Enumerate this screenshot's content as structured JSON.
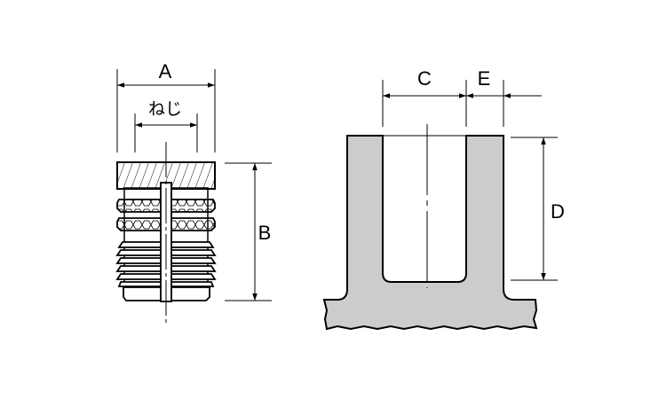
{
  "labels": {
    "a": "A",
    "thread": "ねじ",
    "b": "B",
    "c": "C",
    "d": "D",
    "e": "E"
  },
  "colors": {
    "line": "#000000",
    "section_fill": "#cccccc"
  }
}
